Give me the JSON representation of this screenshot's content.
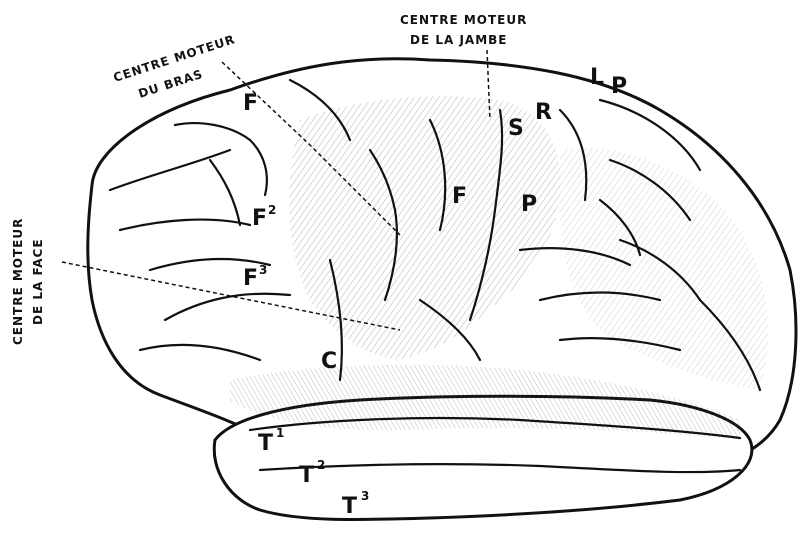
{
  "labels": {
    "F": "F",
    "F2": "F",
    "F2_sup": "2",
    "F3": "F",
    "F3_sup": "3",
    "F_center": "F",
    "P": "P",
    "S": "S",
    "R": "R",
    "L": "L",
    "P_top": "P",
    "C": "C",
    "T1": "T",
    "T1_sup": "1",
    "T2": "T",
    "T2_sup": "2",
    "T3": "T",
    "T3_sup": "3"
  },
  "captions": {
    "bras_line1": "CENTRE MOTEUR",
    "bras_line2": "DU BRAS",
    "jambe_line1": "CENTRE MOTEUR",
    "jambe_line2": "DE LA JAMBE",
    "face_line1": "CENTRE MOTEUR",
    "face_line2": "DE LA FACE"
  },
  "colors": {
    "ink": "#111111",
    "shade": "#9a9a9a",
    "paper": "#ffffff"
  }
}
